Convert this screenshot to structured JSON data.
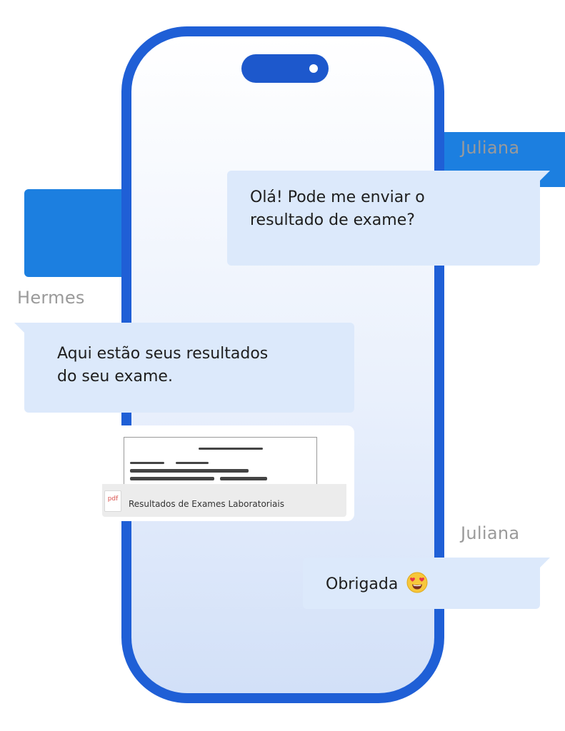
{
  "colors": {
    "phone_frame": "#1f5fd6",
    "bubble": "#dce9fb",
    "name_text": "#9a9a9a"
  },
  "chat": {
    "messages": [
      {
        "sender": "Juliana",
        "side": "right",
        "lines": [
          "Olá! Pode me enviar o",
          "resultado de exame?"
        ]
      },
      {
        "sender": "Hermes",
        "side": "left",
        "lines": [
          "Aqui estão seus resultados",
          "do seu exame."
        ]
      },
      {
        "sender": "Juliana",
        "side": "right",
        "text": "Obrigada",
        "emoji": "heart-eyes-emoji"
      }
    ],
    "attachment": {
      "file_type": "pdf",
      "file_name": "Resultados de Exames Laboratoriais",
      "icon": "pdf-file-icon"
    }
  }
}
